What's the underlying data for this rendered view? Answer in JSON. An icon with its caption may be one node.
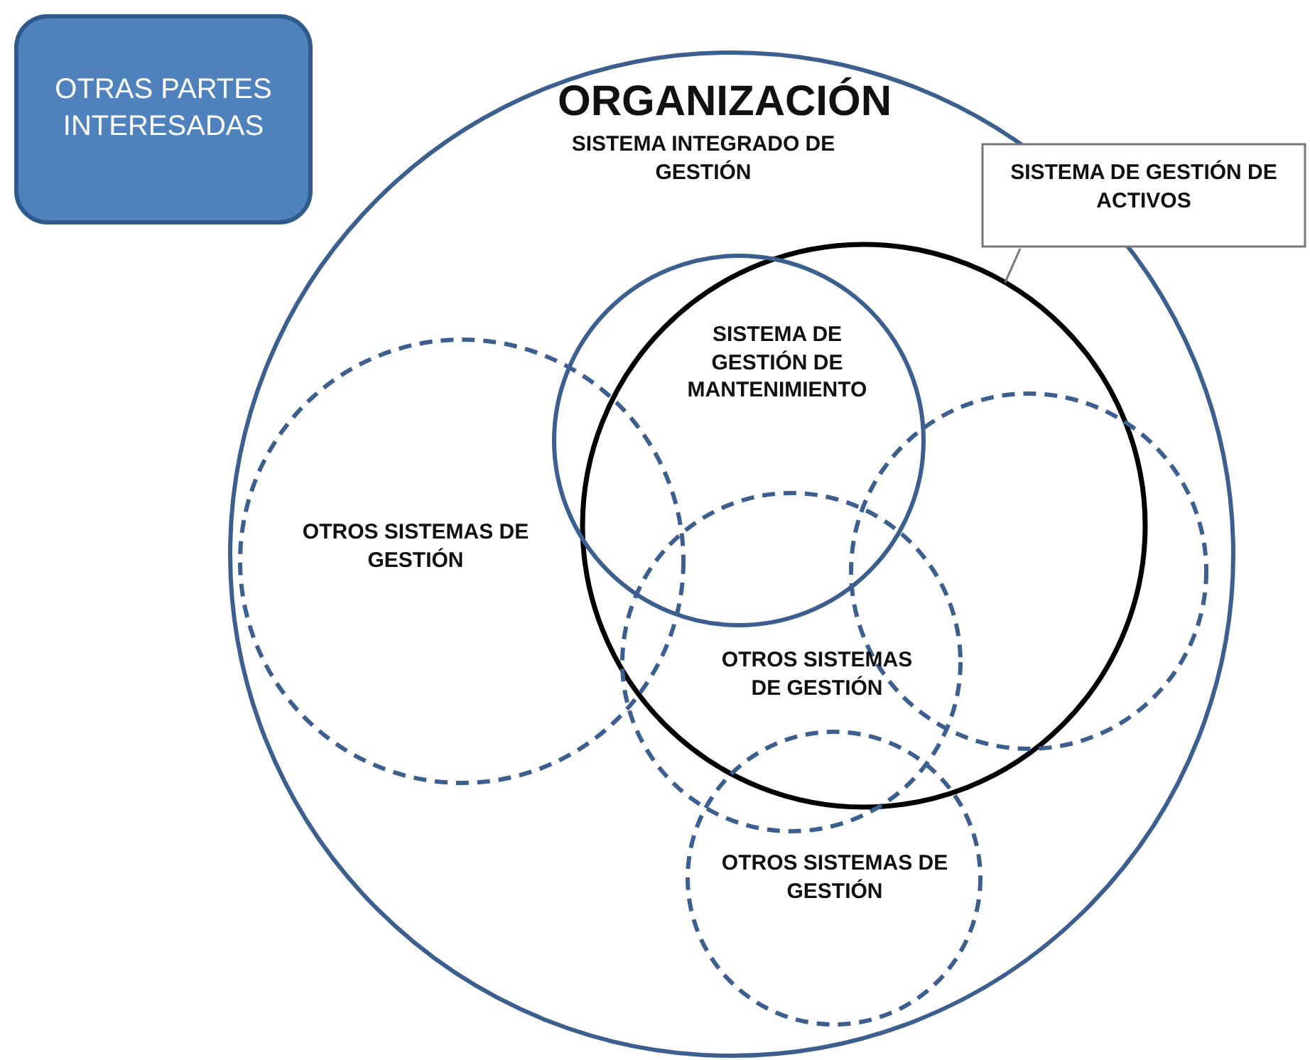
{
  "diagram": {
    "nodes": [
      {
        "text": [
          "OTRAS PARTES INTERESADAS"
        ]
      },
      {
        "text": [
          "ORGANIZACIÓN",
          "SISTEMA INTEGRADO DE GESTIÓN"
        ]
      },
      {
        "text": [
          "SISTEMA DE GESTIÓN DE ACTIVOS"
        ]
      },
      {
        "text": [],
        "shape": "circle",
        "in": 1
      },
      {
        "text": [
          "SISTEMA DE GESTIÓN DE MANTENIMIENTO"
        ],
        "in": 1
      },
      {
        "text": [
          "OTROS SISTEMAS DE GESTIÓN"
        ],
        "in": 1
      },
      {
        "text": [
          "OTROS SISTEMAS DE GESTIÓN"
        ],
        "in": 1
      },
      {
        "text": [],
        "shape": "circle",
        "in": 1
      },
      {
        "text": [
          "OTROS SISTEMAS DE GESTIÓN"
        ],
        "in": 1
      }
    ],
    "edges": [
      {
        "from": 2,
        "to": 3,
        "arrow": "none"
      }
    ]
  }
}
